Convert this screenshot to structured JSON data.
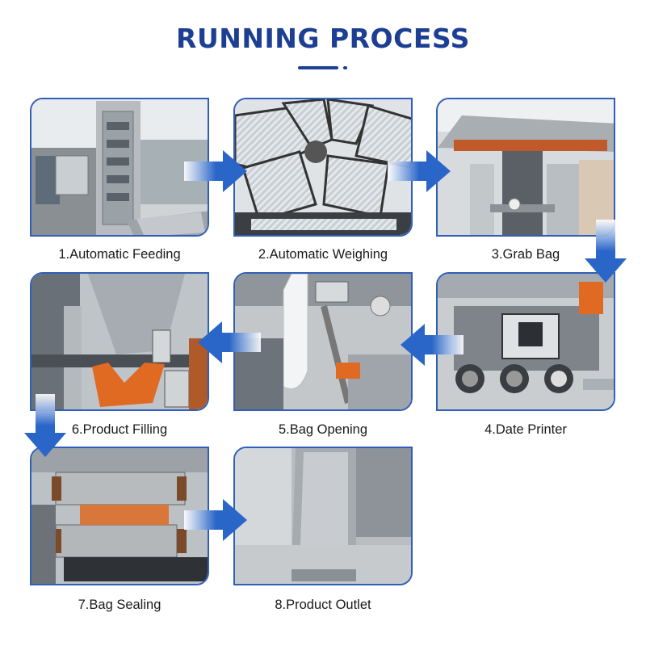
{
  "header": {
    "title": "RUNNING PROCESS"
  },
  "steps": [
    {
      "label": "1.Automatic Feeding",
      "photo_icon": "hopper-machine-photo"
    },
    {
      "label": "2.Automatic Weighing",
      "photo_icon": "multihead-weigher-photo"
    },
    {
      "label": "3.Grab Bag",
      "photo_icon": "bag-gripper-photo"
    },
    {
      "label": "4.Date Printer",
      "photo_icon": "date-printer-photo"
    },
    {
      "label": "5.Bag Opening",
      "photo_icon": "bag-opening-photo"
    },
    {
      "label": "6.Product Filling",
      "photo_icon": "filling-funnel-photo"
    },
    {
      "label": "7.Bag Sealing",
      "photo_icon": "sealing-jaws-photo"
    },
    {
      "label": "8.Product Outlet",
      "photo_icon": "outlet-chute-photo"
    }
  ],
  "colors": {
    "accent": "#1c3f94",
    "border": "#2f5fb8",
    "arrow": "#2a66c8"
  }
}
